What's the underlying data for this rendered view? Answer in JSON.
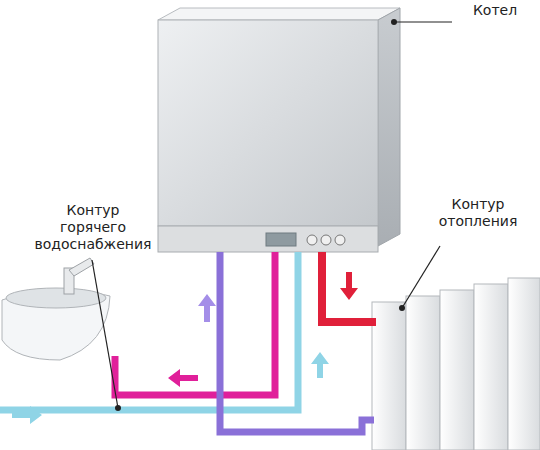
{
  "diagram": {
    "labels": [
      "Котел",
      "Контур горячего водоснабжения",
      "Контур отопления"
    ]
  }
}
